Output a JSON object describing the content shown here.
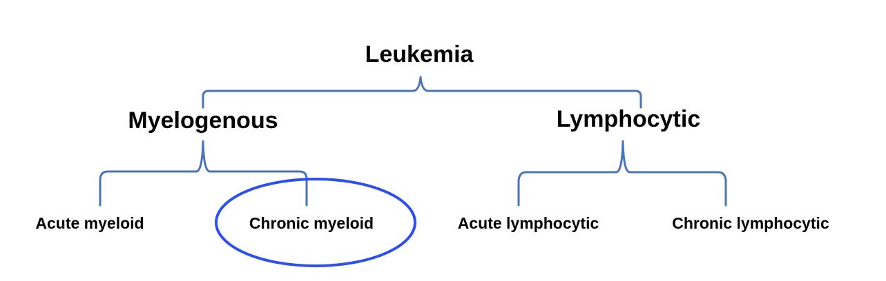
{
  "diagram": {
    "title": "Leukemia",
    "branches": [
      {
        "label": "Myelogenous",
        "children": [
          {
            "label": "Acute myeloid",
            "highlighted": false
          },
          {
            "label": "Chronic myeloid",
            "highlighted": true
          }
        ]
      },
      {
        "label": "Lymphocytic",
        "children": [
          {
            "label": "Acute lymphocytic",
            "highlighted": false
          },
          {
            "label": "Chronic lymphocytic",
            "highlighted": false
          }
        ]
      }
    ]
  },
  "colors": {
    "bracket": "#4a74b8",
    "highlight": "#2b4ff0",
    "text": "#000000",
    "background": "#ffffff"
  }
}
